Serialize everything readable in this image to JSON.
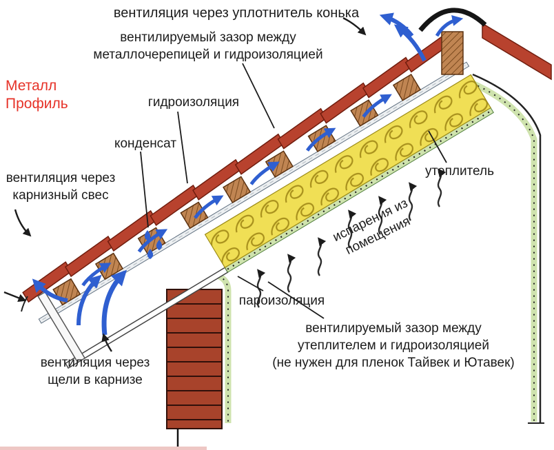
{
  "brand": {
    "text": "Металл\nПрофиль",
    "color": "#e63228"
  },
  "labels": {
    "ridge_vent": "вентиляция через уплотнитель конька",
    "tile_gap": "вентилируемый зазор между\nметаллочерепицей и гидроизоляцией",
    "waterproofing": "гидроизоляция",
    "condensate": "конденсат",
    "eaves_overhang_vent": "вентиляция через\nкарнизный свес",
    "insulation": "утеплитель",
    "room_vapors": "испарения из\nпомещения",
    "vapor_barrier": "пароизоляция",
    "insulation_gap": "вентилируемый зазор между\nутеплителем и гидроизоляцией\n(не нужен для пленок Тайвек и Ютавек)",
    "cornice_slots_vent": "вентиляция через\nщели в карнизе"
  },
  "colors": {
    "brand_red": "#e63228",
    "roof_tile_red": "#b8422e",
    "batten_wood": "#c08552",
    "insulation_yellow": "#f0df55",
    "airflow_blue": "#2f5fd0",
    "lining_green": "#cfe3ae",
    "brick_wall": "#a8432b",
    "text": "#1c1c1c"
  },
  "icons": {
    "airflow": "blue-curved-arrow",
    "vapor": "black-wavy-arrow",
    "condensate_drop": "blue-teardrop"
  }
}
